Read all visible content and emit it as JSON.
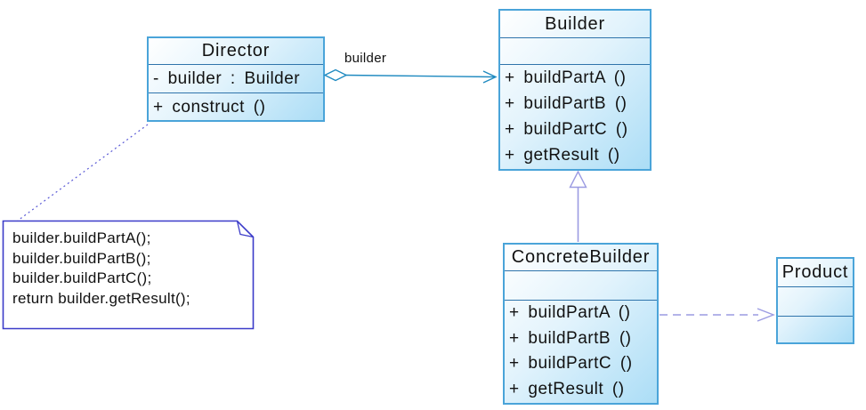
{
  "classes": {
    "director": {
      "name": "Director",
      "attributes": [
        "- builder : Builder"
      ],
      "methods": [
        "+ construct ()"
      ]
    },
    "builder": {
      "name": "Builder",
      "attributes": [],
      "methods": [
        "+ buildPartA ()",
        "+ buildPartB ()",
        "+ buildPartC ()",
        "+ getResult ()"
      ]
    },
    "concreteBuilder": {
      "name": "ConcreteBuilder",
      "attributes": [],
      "methods": [
        "+ buildPartA ()",
        "+ buildPartB ()",
        "+ buildPartC ()",
        "+ getResult ()"
      ]
    },
    "product": {
      "name": "Product",
      "attributes": [],
      "methods": []
    }
  },
  "note": {
    "lines": [
      "builder.buildPartA();",
      "builder.buildPartB();",
      "builder.buildPartC();",
      "return builder.getResult();"
    ]
  },
  "connectors": {
    "aggregation": {
      "kind": "aggregation",
      "label": "builder",
      "from": "Director",
      "to": "Builder"
    },
    "generalization": {
      "kind": "generalization",
      "from": "ConcreteBuilder",
      "to": "Builder"
    },
    "dependency": {
      "kind": "dependency",
      "from": "ConcreteBuilder",
      "to": "Product"
    },
    "noteAnchor": {
      "kind": "note-anchor",
      "from": "Director",
      "to": "note"
    }
  },
  "colors": {
    "box_border": "#4aa4d9",
    "box_separator": "#2f74ab",
    "box_fill_light": "#ffffff",
    "box_fill_dark": "#abddf6",
    "aggregation_line": "#1f8ac0",
    "generalization_line": "#9b9be2",
    "dependency_line": "#9b9be2",
    "note_border": "#3b3bc9",
    "note_anchor_line": "#5b5bd6",
    "text": "#111111"
  }
}
